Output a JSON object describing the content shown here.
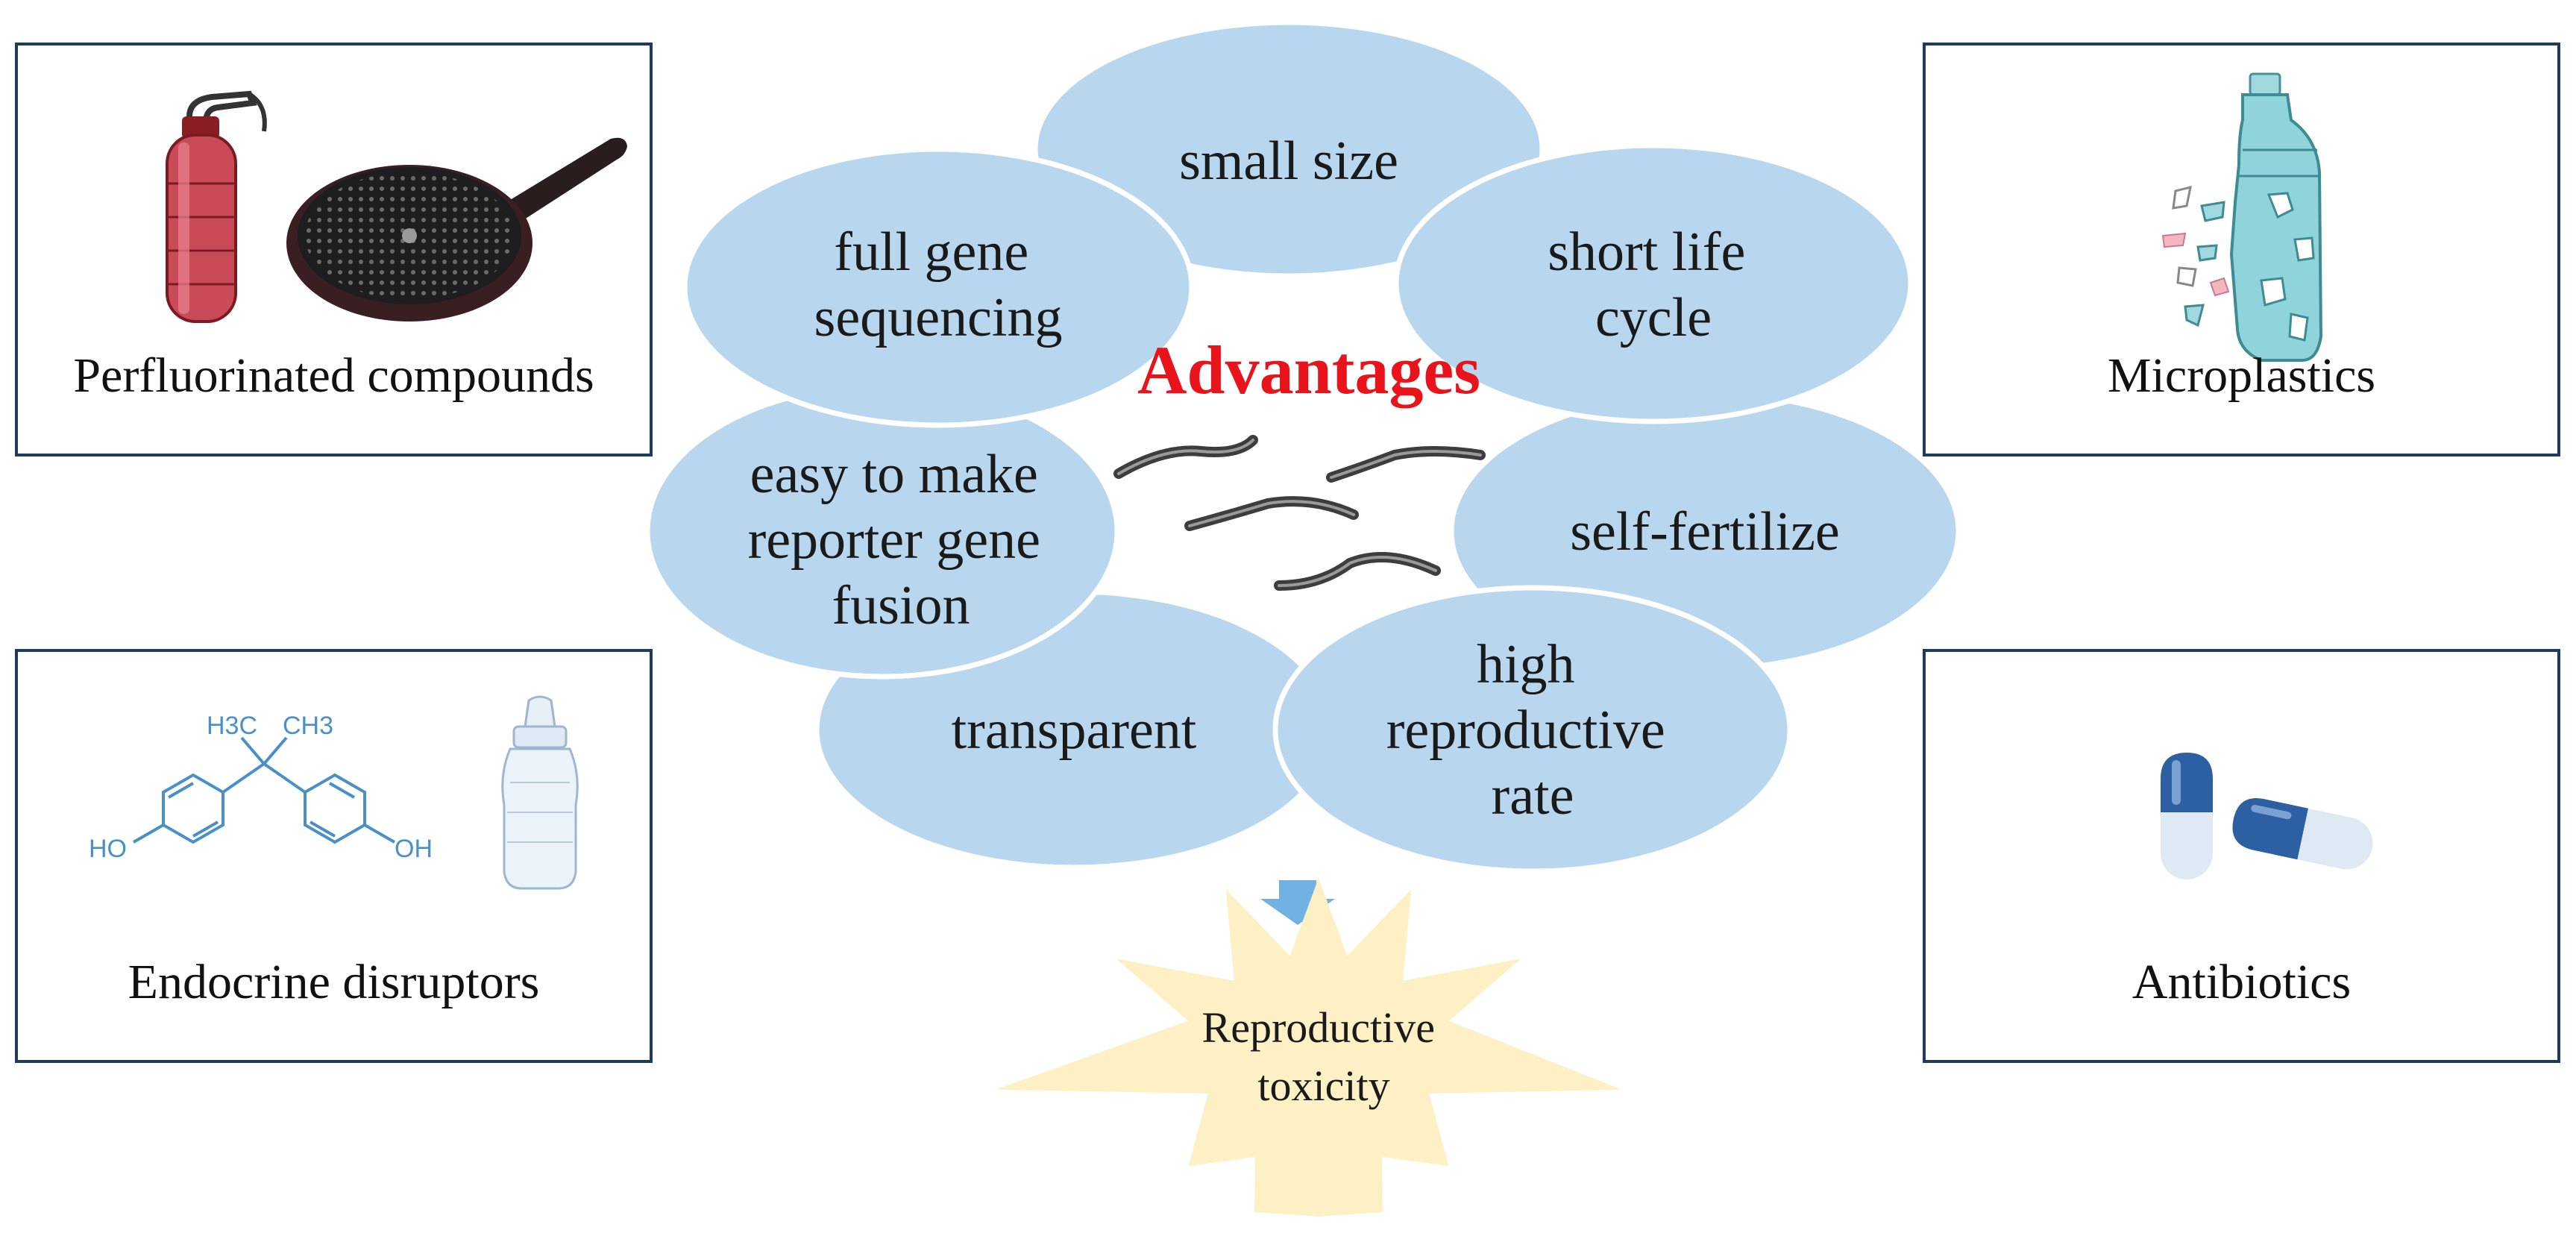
{
  "center": {
    "title": "Advantages",
    "petals": [
      {
        "id": "small-size",
        "lines": [
          "small size"
        ]
      },
      {
        "id": "short-life-cycle",
        "lines": [
          "short life",
          "cycle"
        ]
      },
      {
        "id": "self-fertilize",
        "lines": [
          "self-fertilize"
        ]
      },
      {
        "id": "high-reproductive-rate",
        "lines": [
          "high",
          "reproductive",
          "rate"
        ]
      },
      {
        "id": "transparent",
        "lines": [
          "transparent"
        ]
      },
      {
        "id": "easy-reporter",
        "lines": [
          "easy to make",
          "reporter gene",
          "fusion"
        ]
      },
      {
        "id": "full-gene-sequencing",
        "lines": [
          "full gene",
          "sequencing"
        ]
      }
    ],
    "outcome": [
      "Reproductive",
      "toxicity"
    ]
  },
  "boxes": {
    "perfluorinated": {
      "label": "Perfluorinated compounds"
    },
    "microplastics": {
      "label": "Microplastics"
    },
    "endocrine": {
      "label": "Endocrine disruptors",
      "formula_labels": {
        "methyl": "H3C",
        "methyl2": "CH3",
        "oh_left": "HO",
        "oh_right": "OH"
      }
    },
    "antibiotics": {
      "label": "Antibiotics"
    }
  },
  "colors": {
    "petal_fill": "#b8d7ee",
    "petal_stroke": "#ffffff",
    "title_red": "#e8131b",
    "box_border": "#1f3a5f",
    "star_fill": "#fdf0c4",
    "arrow_blue": "#6fb2e3"
  }
}
